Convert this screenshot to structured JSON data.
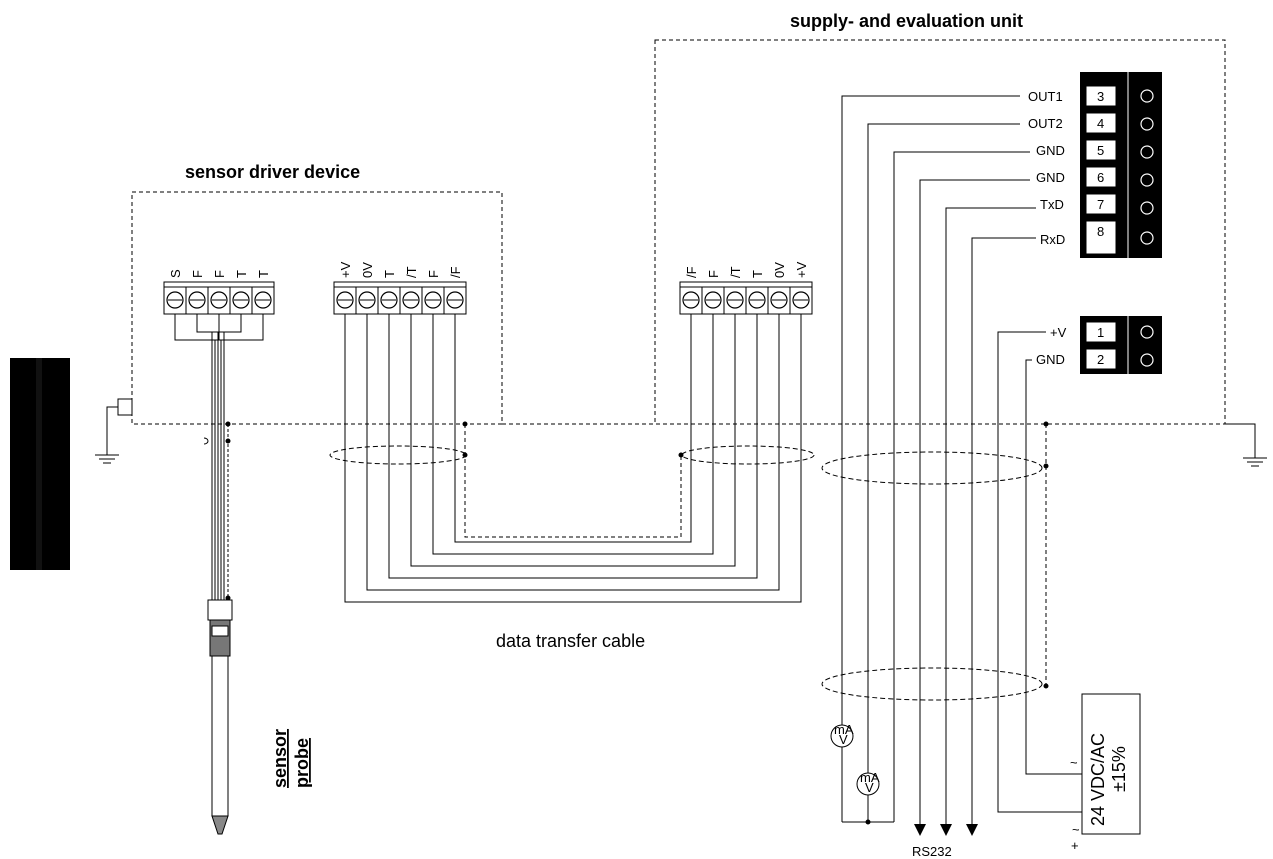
{
  "titles": {
    "supply_unit": "supply- and evaluation unit",
    "sensor_driver": "sensor driver device",
    "data_cable": "data transfer cable",
    "sensor_probe_line1": "sensor",
    "sensor_probe_line2": "probe"
  },
  "sensor_terminals": [
    "S",
    "F",
    "F",
    "T",
    "T"
  ],
  "driver_cable_terminals": [
    "+V",
    "0V",
    "T",
    "/T",
    "F",
    "/F"
  ],
  "unit_cable_terminals": [
    "/F",
    "F",
    "/T",
    "T",
    "0V",
    "+V"
  ],
  "outputs": [
    {
      "label": "OUT1",
      "num": "3"
    },
    {
      "label": "OUT2",
      "num": "4"
    },
    {
      "label": "GND",
      "num": "5"
    },
    {
      "label": "GND",
      "num": "6"
    },
    {
      "label": "TxD",
      "num": "7"
    },
    {
      "label": "RxD",
      "num": "8"
    }
  ],
  "power": [
    {
      "label": "+V",
      "num": "1"
    },
    {
      "label": "GND",
      "num": "2"
    }
  ],
  "meter_label_top": "mA",
  "meter_label_bottom": "V",
  "rs232_label": "RS232",
  "supply_box": {
    "line1": "24 VDC/AC",
    "line2": "±15%"
  },
  "supply_tilde": "~",
  "supply_plus": "+",
  "colors": {
    "line": "#000000",
    "background": "#ffffff"
  }
}
